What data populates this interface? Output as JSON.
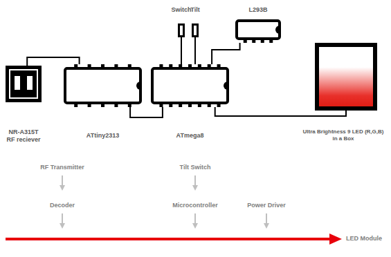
{
  "diagram": {
    "nodes": [
      {
        "text": [
          "NR-A315T RF reciever"
        ]
      },
      {
        "text": [
          "ATtiny2313"
        ]
      },
      {
        "text": [
          "ATmega8"
        ]
      },
      {
        "text": [
          "Switch"
        ]
      },
      {
        "text": [
          "Tilt"
        ]
      },
      {
        "text": [
          "L293B"
        ]
      },
      {
        "text": [
          "Ultra Brightness 9 LED (R,G,B) in a Box"
        ]
      }
    ],
    "edges": [
      {
        "from": 0,
        "to": 1,
        "arrow": "none"
      },
      {
        "from": 1,
        "to": 2,
        "arrow": "none"
      },
      {
        "from": 2,
        "to": 3,
        "arrow": "none"
      },
      {
        "from": 2,
        "to": 4,
        "arrow": "none"
      },
      {
        "from": 2,
        "to": 5,
        "arrow": "none"
      },
      {
        "from": 2,
        "to": 6,
        "arrow": "none"
      }
    ],
    "labels": [
      "RF Transmitter",
      "Decoder",
      "Tilt Switch",
      "Microcontroller",
      "Power Driver",
      "LED Module"
    ]
  }
}
